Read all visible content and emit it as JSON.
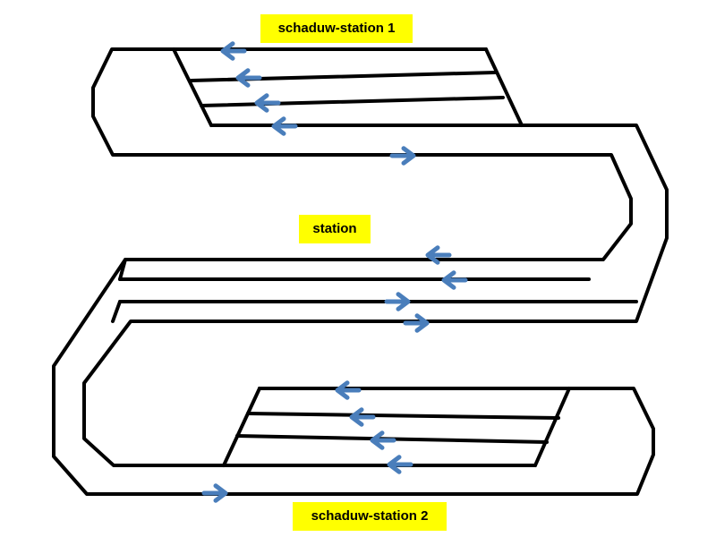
{
  "labels": {
    "shadow_station_1": "schaduw-station 1",
    "station": "station",
    "shadow_station_2": "schaduw-station 2"
  },
  "colors": {
    "track": "#000000",
    "arrow": "#4a7ebb",
    "label_background": "#ffff00"
  },
  "arrow_direction_names": [
    "left",
    "right"
  ]
}
